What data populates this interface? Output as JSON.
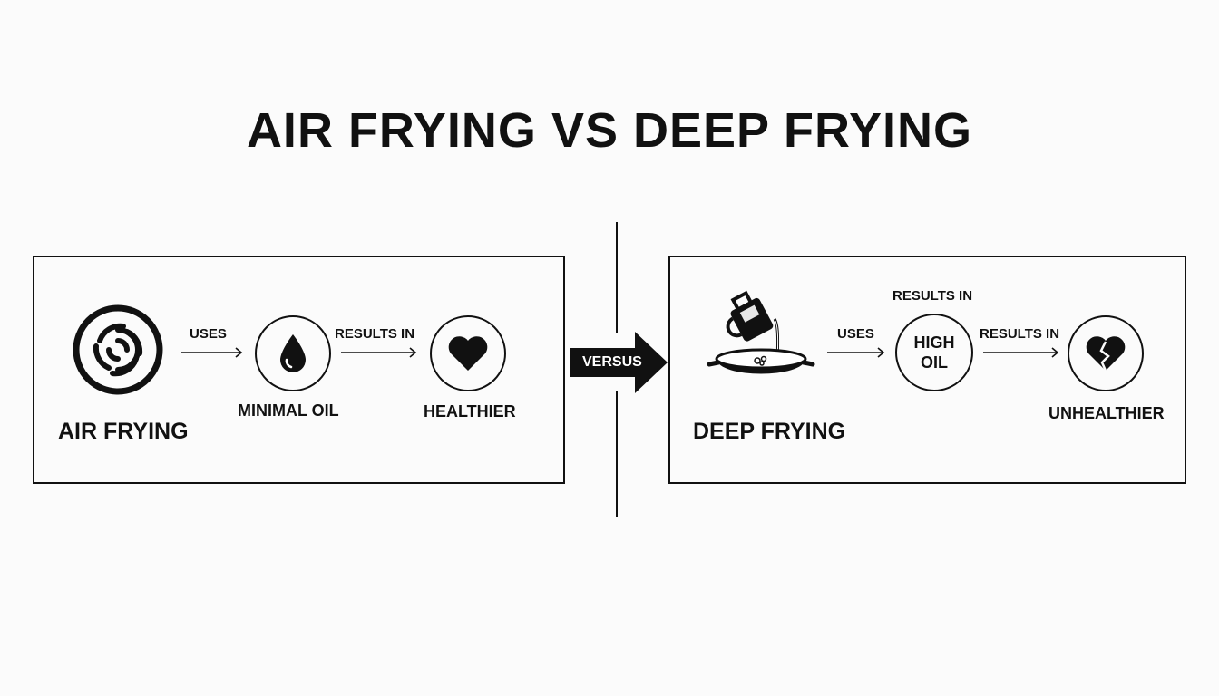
{
  "title": "AIR FRYING VS DEEP FRYING",
  "versus": "VERSUS",
  "left": {
    "name": "AIR FRYING",
    "icon": "air-swirl-icon",
    "step1_label": "USES",
    "step1_node_icon": "oil-drop-icon",
    "step1_node_caption": "MINIMAL OIL",
    "step2_label": "RESULTS IN",
    "step2_node_icon": "heart-icon",
    "step2_node_caption": "HEALTHIER"
  },
  "right": {
    "name": "DEEP FRYING",
    "icon": "oil-pouring-pan-icon",
    "step1_label": "USES",
    "step1_node_text_line1": "HIGH",
    "step1_node_text_line2": "OIL",
    "top_label": "RESULTS IN",
    "step2_label": "RESULTS IN",
    "step2_node_icon": "broken-heart-icon",
    "step2_node_caption": "UNHEALTHIER"
  }
}
